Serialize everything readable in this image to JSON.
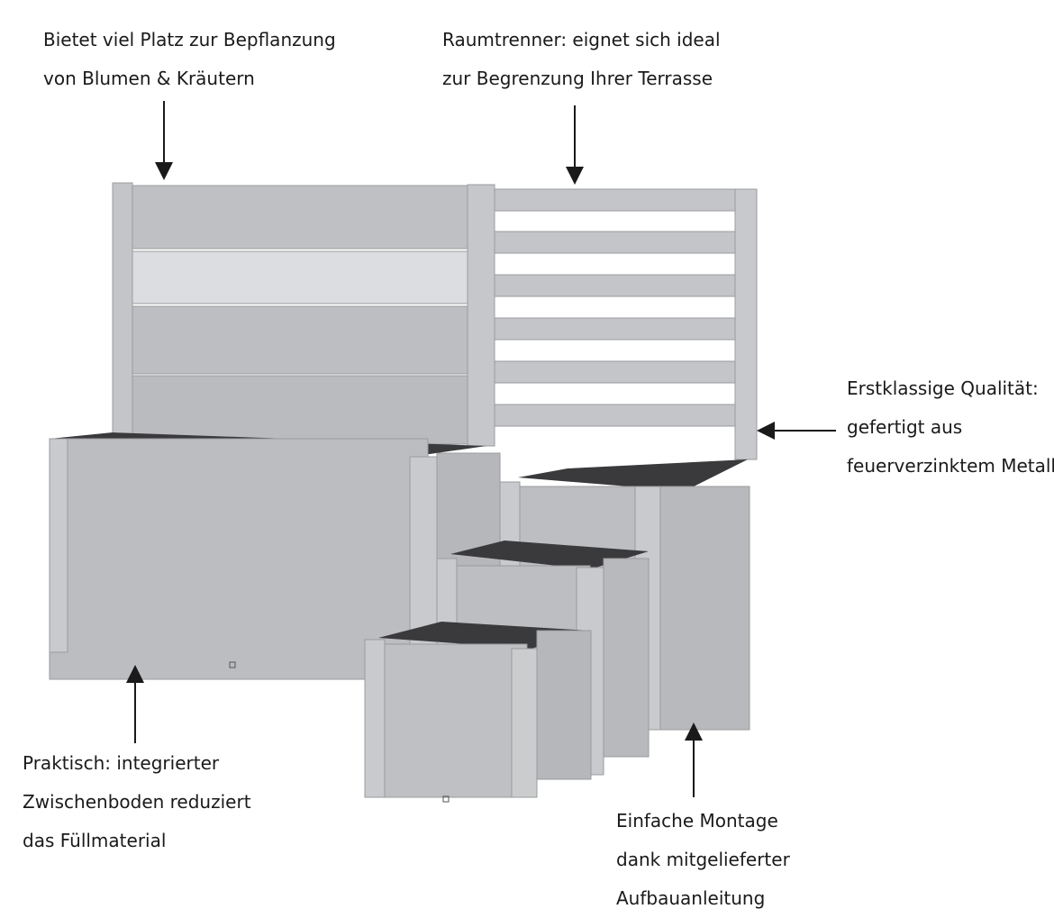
{
  "colors": {
    "metal": "#bdbec1",
    "metal_light": "#c9cacd",
    "metal_dark": "#a7a8ab",
    "edge": "#8e8f92",
    "glass": "#dcdde0",
    "soil": "#3a3a3c",
    "text": "#1a1a1a"
  },
  "callouts": {
    "top_left": {
      "line1": "Bietet viel Platz zur Bepflanzung",
      "line2": "von Blumen & Kräutern"
    },
    "top_right": {
      "line1": "Raumtrenner: eignet sich ideal",
      "line2": "zur Begrenzung Ihrer Terrasse"
    },
    "right": {
      "line1": "Erstklassige Qualität:",
      "line2": "gefertigt aus",
      "line3": "feuerverzinktem Metall"
    },
    "bottom_left": {
      "line1": "Praktisch: integrierter",
      "line2": "Zwischenboden reduziert",
      "line3": "das Füllmaterial"
    },
    "bottom_right": {
      "line1": "Einfache Montage",
      "line2": "dank mitgelieferter",
      "line3": "Aufbauanleitung"
    }
  }
}
